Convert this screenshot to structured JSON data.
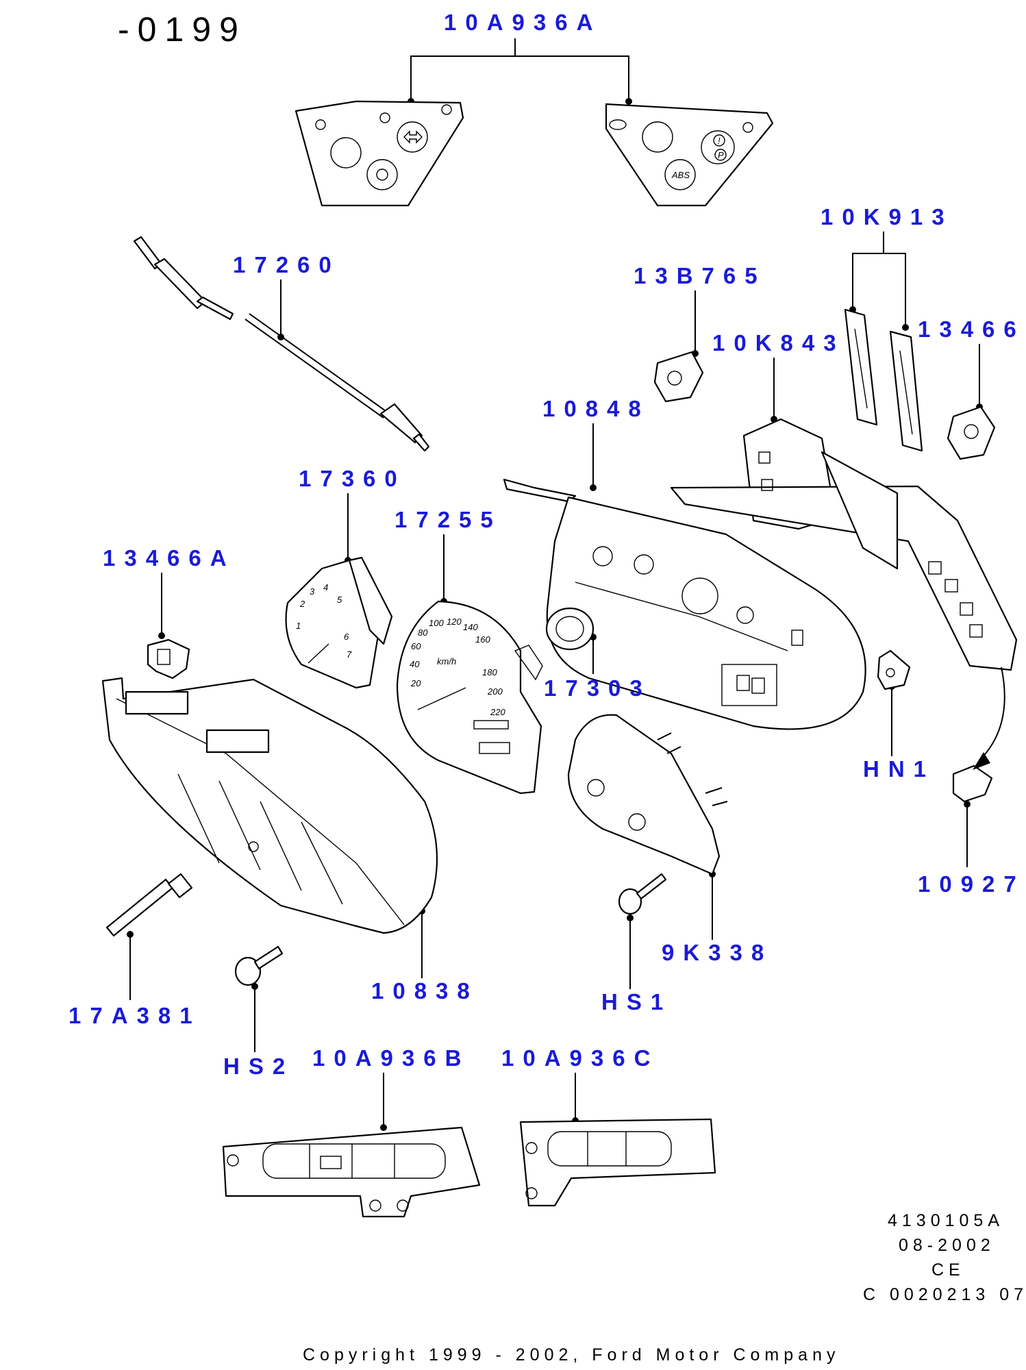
{
  "page": {
    "title": "-0199"
  },
  "parts": [
    {
      "id": "warning-lamp-panel-a",
      "label": "10A936A"
    },
    {
      "id": "speedometer-cable",
      "label": "17260"
    },
    {
      "id": "printed-circuit",
      "label": "10K913"
    },
    {
      "id": "bulb-holder-13b765",
      "label": "13B765"
    },
    {
      "id": "bulb-holder-13466",
      "label": "13466"
    },
    {
      "id": "circuit-board",
      "label": "10K843"
    },
    {
      "id": "cluster-housing",
      "label": "10848"
    },
    {
      "id": "tachometer",
      "label": "17360"
    },
    {
      "id": "speedometer",
      "label": "17255"
    },
    {
      "id": "bulb-holder-13466a",
      "label": "13466A"
    },
    {
      "id": "trip-reset-knob",
      "label": "17303"
    },
    {
      "id": "clip-hn1",
      "label": "HN1"
    },
    {
      "id": "clip-10927",
      "label": "10927"
    },
    {
      "id": "fuel-temp-gauge",
      "label": "9K338"
    },
    {
      "id": "cluster-lens",
      "label": "10838"
    },
    {
      "id": "screw-hs1",
      "label": "HS1"
    },
    {
      "id": "reset-pin",
      "label": "17A381"
    },
    {
      "id": "screw-hs2",
      "label": "HS2"
    },
    {
      "id": "warning-lamp-panel-b",
      "label": "10A936B"
    },
    {
      "id": "warning-lamp-panel-c",
      "label": "10A936C"
    }
  ],
  "speedometer_scale": {
    "unit": "km/h",
    "marks": [
      "20",
      "40",
      "60",
      "80",
      "100",
      "120",
      "140",
      "160",
      "180",
      "200",
      "220"
    ]
  },
  "tachometer_scale": {
    "marks": [
      "1",
      "2",
      "3",
      "4",
      "5",
      "6",
      "7"
    ]
  },
  "lamp_symbols": {
    "abs": "ABS",
    "park": "P",
    "warn": "!"
  },
  "footer": {
    "reference_lines": [
      "4130105A",
      "08-2002",
      "CE",
      "C 0020213 07"
    ],
    "copyright": "Copyright 1999 - 2002, Ford Motor Company"
  }
}
